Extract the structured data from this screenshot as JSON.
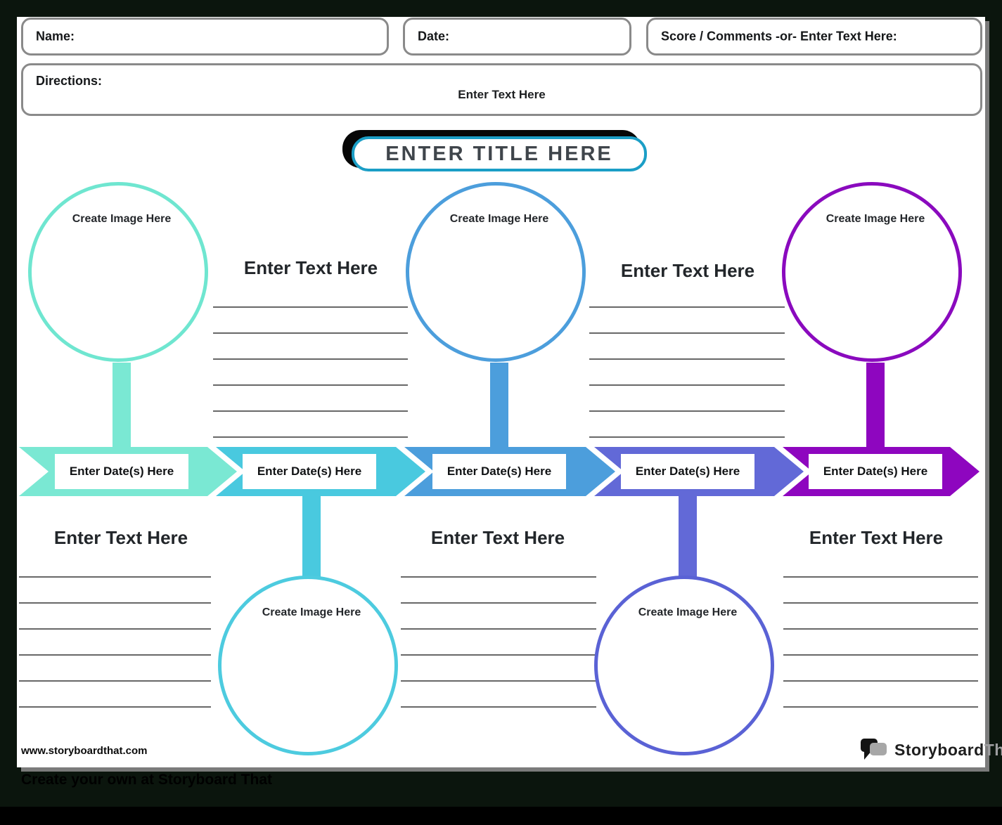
{
  "colors": {
    "background": "#0B150D",
    "paper": "#FFFFFF",
    "field_border": "#8A8A8A",
    "ruled_line": "#686868",
    "title_border": "#1B9EC6",
    "title_text": "#3F454B",
    "title_shadow": "#070707",
    "logo_black": "#1E1E1E",
    "logo_gray": "#9E9EA0"
  },
  "header": {
    "name_label": "Name:",
    "date_label": "Date:",
    "score_label": "Score / Comments -or- Enter Text Here:",
    "directions_label": "Directions:",
    "directions_placeholder": "Enter Text Here"
  },
  "title": {
    "text": "ENTER TITLE HERE"
  },
  "timeline": {
    "events": [
      {
        "date_label": "Enter Date(s) Here",
        "arrow_color": "#7AE8D3",
        "circle_color": "#6FE6D0",
        "circle_position": "top",
        "image_label": "Create Image Here",
        "text_heading": "Enter Text Here"
      },
      {
        "date_label": "Enter Date(s) Here",
        "arrow_color": "#49C9DF",
        "circle_color": "#4DCBDF",
        "circle_position": "bottom",
        "image_label": "Create Image Here",
        "text_heading": "Enter Text Here"
      },
      {
        "date_label": "Enter Date(s) Here",
        "arrow_color": "#4C9EDC",
        "circle_color": "#4C9EDC",
        "circle_position": "top",
        "image_label": "Create Image Here",
        "text_heading": "Enter Text Here"
      },
      {
        "date_label": "Enter Date(s) Here",
        "arrow_color": "#6269D7",
        "circle_color": "#5A62D5",
        "circle_position": "bottom",
        "image_label": "Create Image Here",
        "text_heading": "Enter Text Here"
      },
      {
        "date_label": "Enter Date(s) Here",
        "arrow_color": "#8E06BF",
        "circle_color": "#8A0ABE",
        "circle_position": "top",
        "image_label": "Create Image Here",
        "text_heading": "Enter Text Here"
      }
    ]
  },
  "footer": {
    "website": "www.storyboardthat.com",
    "logo_text_black": "Storyboard",
    "logo_text_gray": "That",
    "tagline": "Create your own at Storyboard That"
  }
}
